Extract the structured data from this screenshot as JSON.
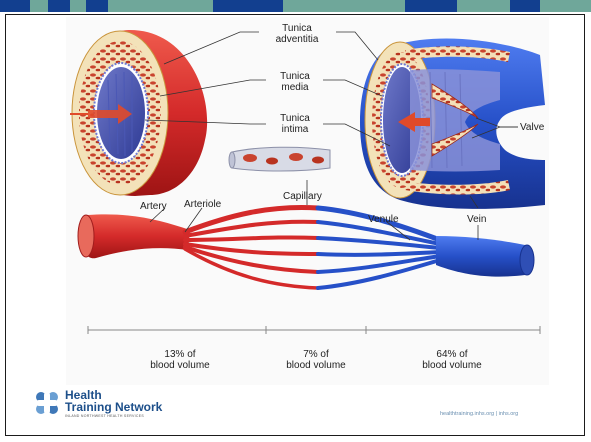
{
  "diagram": {
    "labels": {
      "tunica_adventitia": [
        "Tunica",
        "adventitia"
      ],
      "tunica_media": [
        "Tunica",
        "media"
      ],
      "tunica_intima": [
        "Tunica",
        "intima"
      ],
      "valve": "Valve",
      "capillary": "Capillary",
      "artery": "Artery",
      "arteriole": "Arteriole",
      "venule": "Venule",
      "vein": "Vein"
    },
    "volume_sections": [
      {
        "percent": "13% of",
        "text": "blood volume"
      },
      {
        "percent": "7% of",
        "text": "blood volume"
      },
      {
        "percent": "64% of",
        "text": "blood volume"
      }
    ]
  },
  "footer": {
    "logo_line1": "Health",
    "logo_line2": "Training Network",
    "logo_tagline": "INLAND NORTHWEST HEALTH SERVICES",
    "url": "healthtraining.inhs.org  |  inhs.org"
  },
  "colors": {
    "artery_red": "#d42a2a",
    "vein_blue": "#2650c8",
    "tissue_tan": "#f2dfb2",
    "header_green": "#6fa79a",
    "header_navy": "#123f8f"
  }
}
